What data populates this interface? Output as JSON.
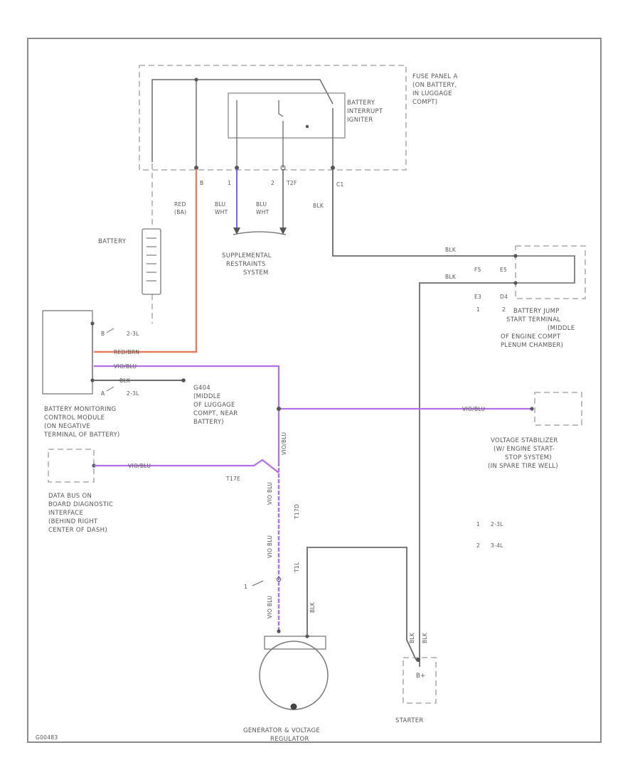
{
  "colors": {
    "red_wire": "#e87c5c",
    "violet_wire": "#b26ee8",
    "blue_wire": "#6b6bf0",
    "black_wire": "#555555",
    "dashed": "#9a9a9a"
  },
  "components": {
    "fuse_panel": "FUSE PANEL A (ON BATTERY, IN LUGGAGE COMPT)",
    "fuse_panel_lines": [
      "FUSE PANEL A",
      "(ON BATTERY,",
      "IN LUGGAGE",
      "COMPT)"
    ],
    "battery_interrupt_lines": [
      "BATTERY",
      "INTERRUPT",
      "IGNITER"
    ],
    "battery": "BATTERY",
    "srs_lines": [
      "SUPPLEMENTAL",
      "RESTRAINTS",
      "SYSTEM"
    ],
    "jump_terminal_lines": [
      "BATTERY JUMP",
      "START TERMINAL",
      "(MIDDLE",
      "OF ENGINE COMPT",
      "PLENUM CHAMBER)"
    ],
    "bms_lines": [
      "BATTERY MONITORING",
      "CONTROL MODULE",
      "(ON NEGATIVE",
      "TERMINAL OF BATTERY)"
    ],
    "ground_lines": [
      "G404",
      "(MIDDLE",
      "OF LUGGAGE",
      "COMPT, NEAR",
      "BATTERY)"
    ],
    "stabilizer_lines": [
      "VOLTAGE STABILIZER",
      "(W/ ENGINE START-",
      "STOP SYSTEM)",
      "(IN SPARE TIRE WELL)"
    ],
    "data_bus_lines": [
      "DATA BUS ON",
      "BOARD DIAGNOSTIC",
      "INTERFACE",
      "(BEHIND RIGHT",
      "CENTER OF DASH)"
    ],
    "generator_lines": [
      "GENERATOR & VOLTAGE",
      "REGULATOR"
    ],
    "starter": "STARTER"
  },
  "wires": {
    "red_bat": [
      "RED",
      "(BA)"
    ],
    "blu_wht_1": [
      "BLU",
      "WHT"
    ],
    "blu_wht_2": [
      "BLU",
      "WHT"
    ],
    "blk_main": "BLK",
    "blk_jump_1": "BLK",
    "blk_jump_2": "BLK",
    "red_bms": "RED/BRN",
    "vio_bms": "VIO/BLU",
    "blk_bms": "BLK",
    "vio_stab": "VIO/BLU",
    "vio_bus": "VIO/BLU",
    "vio_vert": "VIO/BLU",
    "vio_gen_1": "VIO BLU",
    "vio_gen_2": "VIO BLU",
    "vio_gen_3": "VIO BLU",
    "blk_gen": "BLK",
    "blk_starter_1": "BLK",
    "blk_starter_2": "BLK"
  },
  "pins": {
    "fp_b": "B",
    "fp_1": "1",
    "fp_2": "2",
    "fp_t2f": "T2F",
    "fp_c1": "C1",
    "jt_f5": "F5",
    "jt_e5": "E5",
    "jt_e3": "E3",
    "jt_d4": "D4",
    "jt_1": "1",
    "jt_2": "2",
    "bms_b": "B",
    "bms_b_conn": "2-3L",
    "bms_a": "A",
    "bms_a_conn": "2-3L",
    "t17e": "T17E",
    "t17d": "T17D",
    "t1l": "T1L",
    "gen_1": "1",
    "legend_1": "1",
    "legend_1_val": "2-3L",
    "legend_2": "2",
    "legend_2_val": "3-4L"
  },
  "diagram_id": "G00483"
}
